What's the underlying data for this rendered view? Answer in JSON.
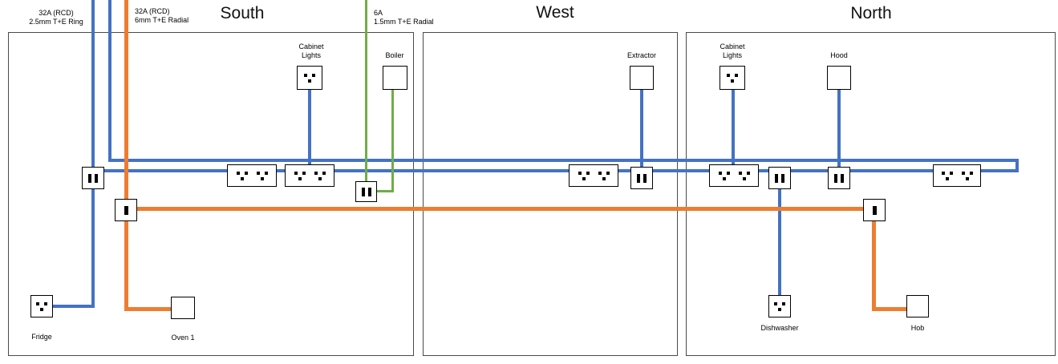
{
  "walls": {
    "south": "South",
    "west": "West",
    "north": "North"
  },
  "circuits": {
    "ring": {
      "rating": "32A (RCD)",
      "spec": "2.5mm T+E Ring",
      "color": "#4472C4"
    },
    "cooker": {
      "rating": "32A (RCD)",
      "spec": "6mm T+E Radial",
      "color": "#ED7D31"
    },
    "lighting": {
      "rating": "6A",
      "spec": "1.5mm T+E Radial",
      "color": "#70AD47"
    }
  },
  "devices": {
    "fridge": "Fridge",
    "oven": "Oven 1",
    "cabinet_lights_south": {
      "line1": "Cabinet",
      "line2": "Lights"
    },
    "boiler": "Boiler",
    "extractor": "Extractor",
    "cabinet_lights_north": {
      "line1": "Cabinet",
      "line2": "Lights"
    },
    "hood": "Hood",
    "dishwasher": "Dishwasher",
    "hob": "Hob"
  }
}
